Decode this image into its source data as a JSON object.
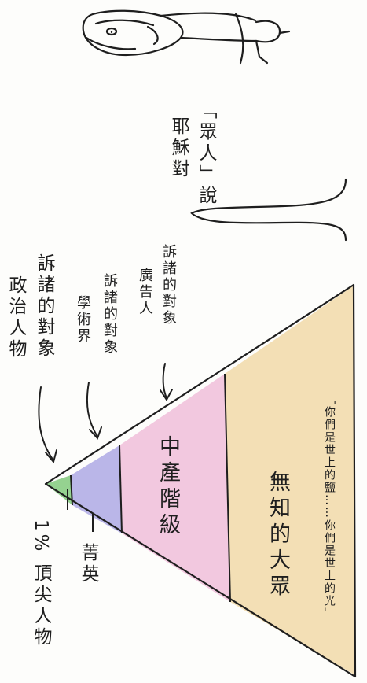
{
  "labels": {
    "top_person": "1% 頂尖人物",
    "elite": "菁英",
    "politicians": "政治人物",
    "politicians_target": "訴諸的對象",
    "academia": "學術界",
    "academia_target": "訴諸的對象",
    "advertisers": "廣告人",
    "advertisers_target": "訴諸的對象",
    "middle_class": "中產階級",
    "masses": "無知的大眾",
    "salt_light": "「你們是世上的鹽……你們是世上的光」",
    "jesus_line1": "耶穌對",
    "jesus_line2": "「眾人」說"
  },
  "colors": {
    "top_tier": "#8fd08a",
    "elite_tier": "#b3aee6",
    "middle_tier": "#f1c2dc",
    "masses_tier": "#f1d9a8",
    "ink": "#1e1e1e"
  }
}
